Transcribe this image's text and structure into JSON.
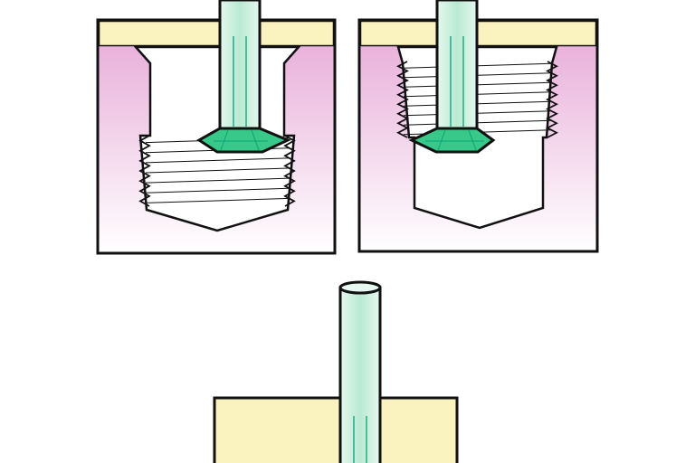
{
  "colors": {
    "block_top": "#faf3bf",
    "block_pink": "#eab5dc",
    "tool_shaft": "#c9eedd",
    "tool_head": "#38c98a",
    "outline": "#111111"
  },
  "panels": [
    {
      "name": "tool-at-bottom-of-threaded-hole"
    },
    {
      "name": "tool-at-top-of-threaded-hole"
    },
    {
      "name": "tool-entering-block"
    }
  ]
}
